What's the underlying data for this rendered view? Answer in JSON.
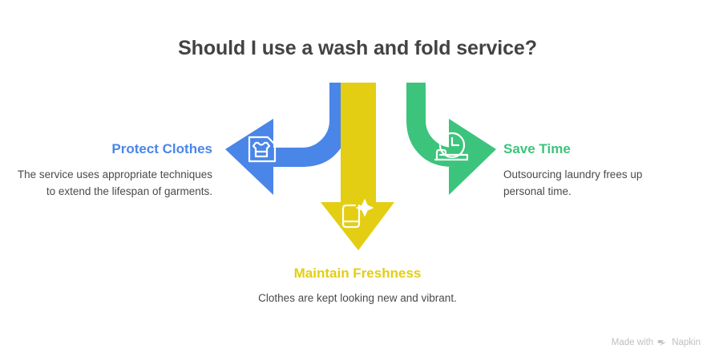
{
  "title": "Should I use a wash and fold service?",
  "colors": {
    "blue": "#4a86e8",
    "yellow": "#e3ce13",
    "green": "#3cc47c",
    "title_text": "#434343",
    "body_text": "#4a4a4a",
    "background": "#ffffff",
    "watermark": "#bfbfbf"
  },
  "nodes": {
    "left": {
      "label": "Protect Clothes",
      "description": "The service uses appropriate techniques to extend the lifespan of garments.",
      "color": "#4a86e8",
      "icon": "folded-shirt-icon",
      "direction": "left"
    },
    "bottom": {
      "label": "Maintain Freshness",
      "description": "Clothes are kept looking new and vibrant.",
      "color": "#e3ce13",
      "icon": "sparkle-garment-icon",
      "direction": "down"
    },
    "right": {
      "label": "Save Time",
      "description": "Outsourcing laundry frees up personal time.",
      "color": "#3cc47c",
      "icon": "clock-laundry-icon",
      "direction": "right"
    }
  },
  "watermark": {
    "prefix": "Made with",
    "brand": "Napkin",
    "logo": "napkin-logo-icon"
  }
}
